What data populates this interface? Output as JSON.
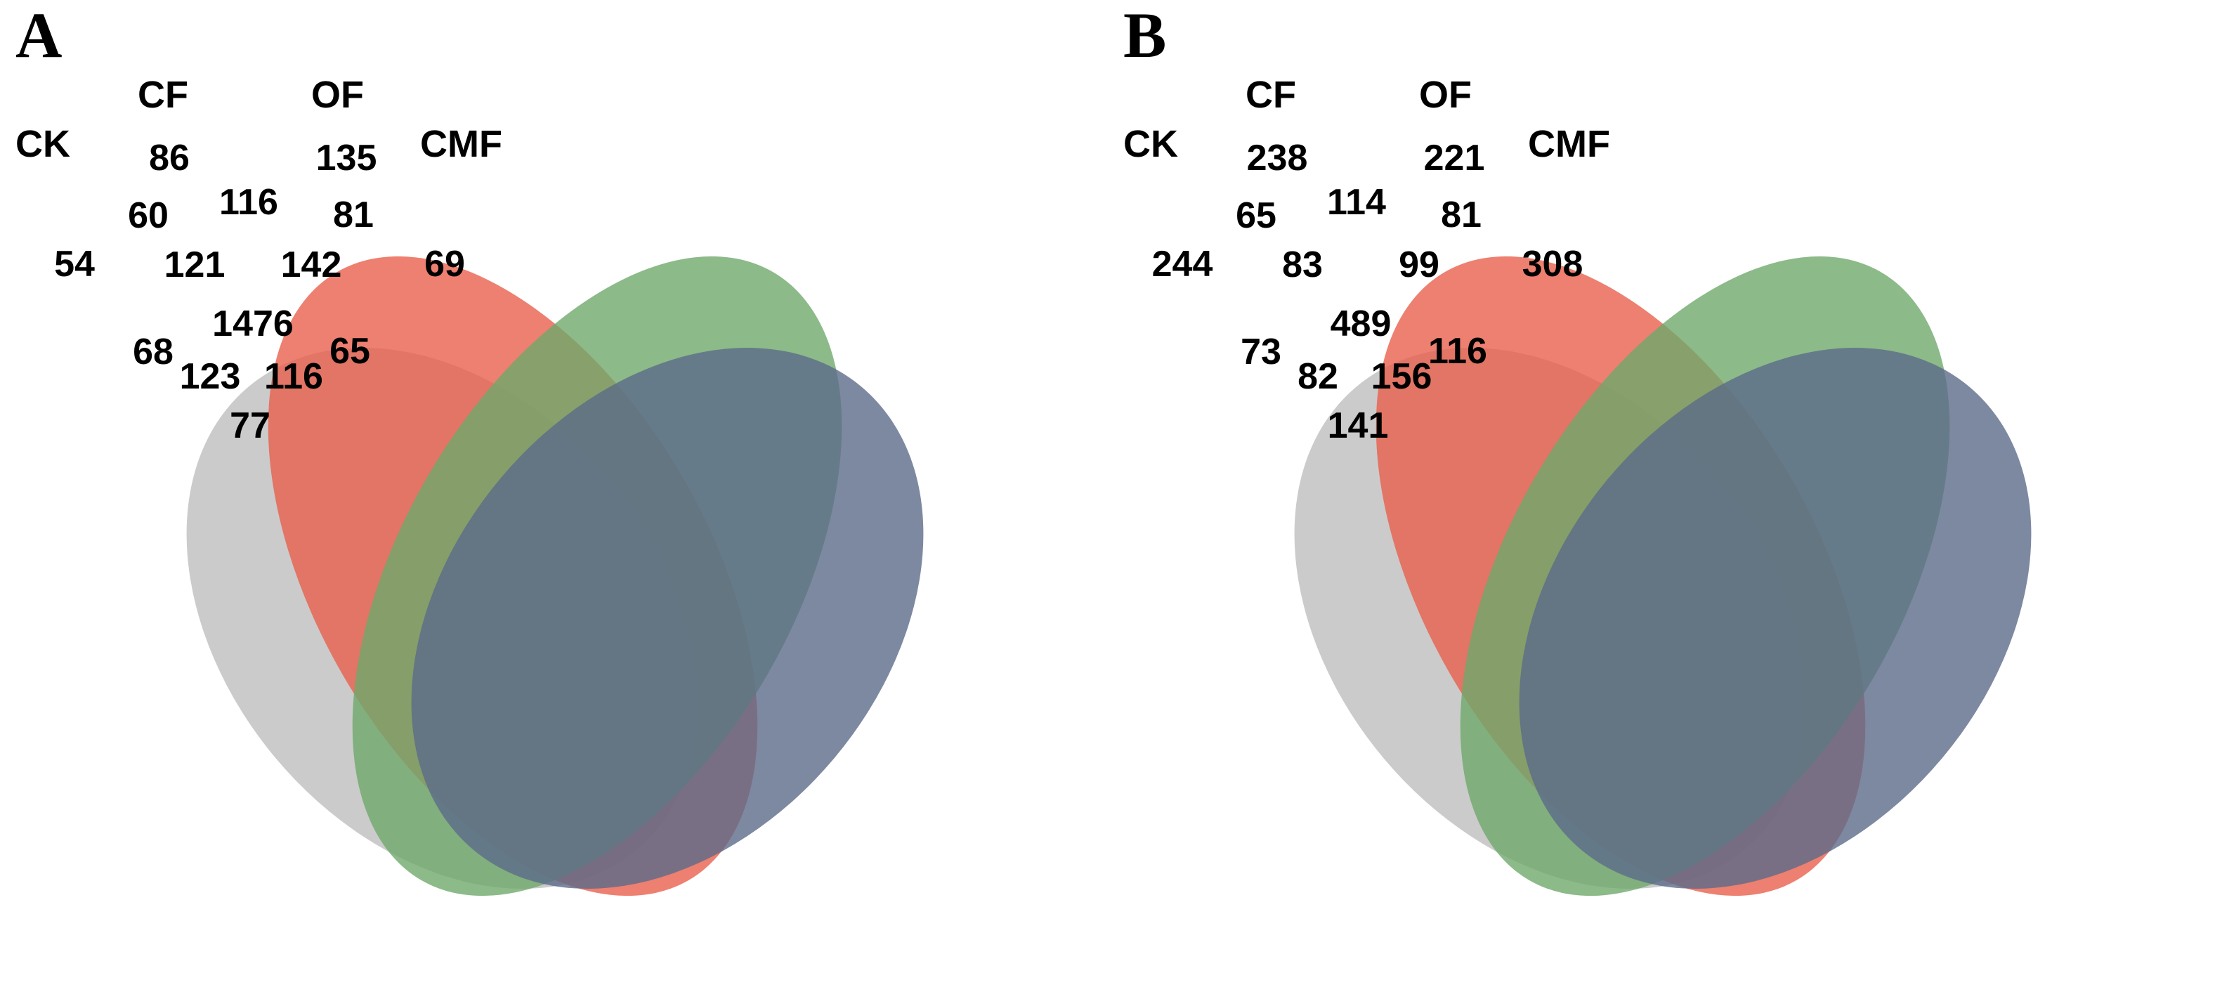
{
  "figure": {
    "type": "venn-4set-pair",
    "background": "#ffffff"
  },
  "colors": {
    "ck_gray": "#bebebe",
    "cf_red": "#e8604c",
    "of_green": "#6fa96b",
    "cmf_blue": "#5d6b8a",
    "text": "#000000"
  },
  "panels": [
    {
      "letter": "A",
      "sets": {
        "ck": "CK",
        "cf": "CF",
        "of": "OF",
        "cmf": "CMF"
      },
      "regions": {
        "ck_only": "54",
        "cf_only": "86",
        "of_only": "135",
        "cmf_only": "69",
        "ck_cf": "60",
        "cf_of": "116",
        "of_cmf": "81",
        "ck_cf_of": "121",
        "cf_of_cmf": "142",
        "all_four": "1476",
        "ck_of": "68",
        "cf_cmf": "65",
        "ck_of_cmf": "123",
        "ck_cf_cmf": "116",
        "ck_cmf": "77"
      }
    },
    {
      "letter": "B",
      "sets": {
        "ck": "CK",
        "cf": "CF",
        "of": "OF",
        "cmf": "CMF"
      },
      "regions": {
        "ck_only": "244",
        "cf_only": "238",
        "of_only": "221",
        "cmf_only": "308",
        "ck_cf": "65",
        "cf_of": "114",
        "of_cmf": "81",
        "ck_cf_of": "83",
        "cf_of_cmf": "99",
        "all_four": "489",
        "ck_of": "73",
        "cf_cmf": "116",
        "ck_of_cmf": "82",
        "ck_cf_cmf": "156",
        "ck_cmf": "141"
      }
    }
  ],
  "chart_data": {
    "type": "venn",
    "title": "",
    "sets": [
      "CK",
      "CF",
      "OF",
      "CMF"
    ],
    "panels": [
      {
        "label": "A",
        "set_colors": {
          "CK": "#bebebe",
          "CF": "#e8604c",
          "OF": "#6fa96b",
          "CMF": "#5d6b8a"
        },
        "regions": [
          {
            "key": "CK",
            "value": 54
          },
          {
            "key": "CF",
            "value": 86
          },
          {
            "key": "OF",
            "value": 135
          },
          {
            "key": "CMF",
            "value": 69
          },
          {
            "key": "CK∩CF",
            "value": 60
          },
          {
            "key": "CK∩OF",
            "value": 68
          },
          {
            "key": "CK∩CMF",
            "value": 77
          },
          {
            "key": "CF∩OF",
            "value": 116
          },
          {
            "key": "CF∩CMF",
            "value": 65
          },
          {
            "key": "OF∩CMF",
            "value": 81
          },
          {
            "key": "CK∩CF∩OF",
            "value": 121
          },
          {
            "key": "CK∩CF∩CMF",
            "value": 116
          },
          {
            "key": "CK∩OF∩CMF",
            "value": 123
          },
          {
            "key": "CF∩OF∩CMF",
            "value": 142
          },
          {
            "key": "CK∩CF∩OF∩CMF",
            "value": 1476
          }
        ]
      },
      {
        "label": "B",
        "set_colors": {
          "CK": "#bebebe",
          "CF": "#e8604c",
          "OF": "#6fa96b",
          "CMF": "#5d6b8a"
        },
        "regions": [
          {
            "key": "CK",
            "value": 244
          },
          {
            "key": "CF",
            "value": 238
          },
          {
            "key": "OF",
            "value": 221
          },
          {
            "key": "CMF",
            "value": 308
          },
          {
            "key": "CK∩CF",
            "value": 65
          },
          {
            "key": "CK∩OF",
            "value": 73
          },
          {
            "key": "CK∩CMF",
            "value": 141
          },
          {
            "key": "CF∩OF",
            "value": 114
          },
          {
            "key": "CF∩CMF",
            "value": 116
          },
          {
            "key": "OF∩CMF",
            "value": 81
          },
          {
            "key": "CK∩CF∩OF",
            "value": 83
          },
          {
            "key": "CK∩CF∩CMF",
            "value": 156
          },
          {
            "key": "CK∩OF∩CMF",
            "value": 82
          },
          {
            "key": "CF∩OF∩CMF",
            "value": 99
          },
          {
            "key": "CK∩CF∩OF∩CMF",
            "value": 489
          }
        ]
      }
    ]
  }
}
